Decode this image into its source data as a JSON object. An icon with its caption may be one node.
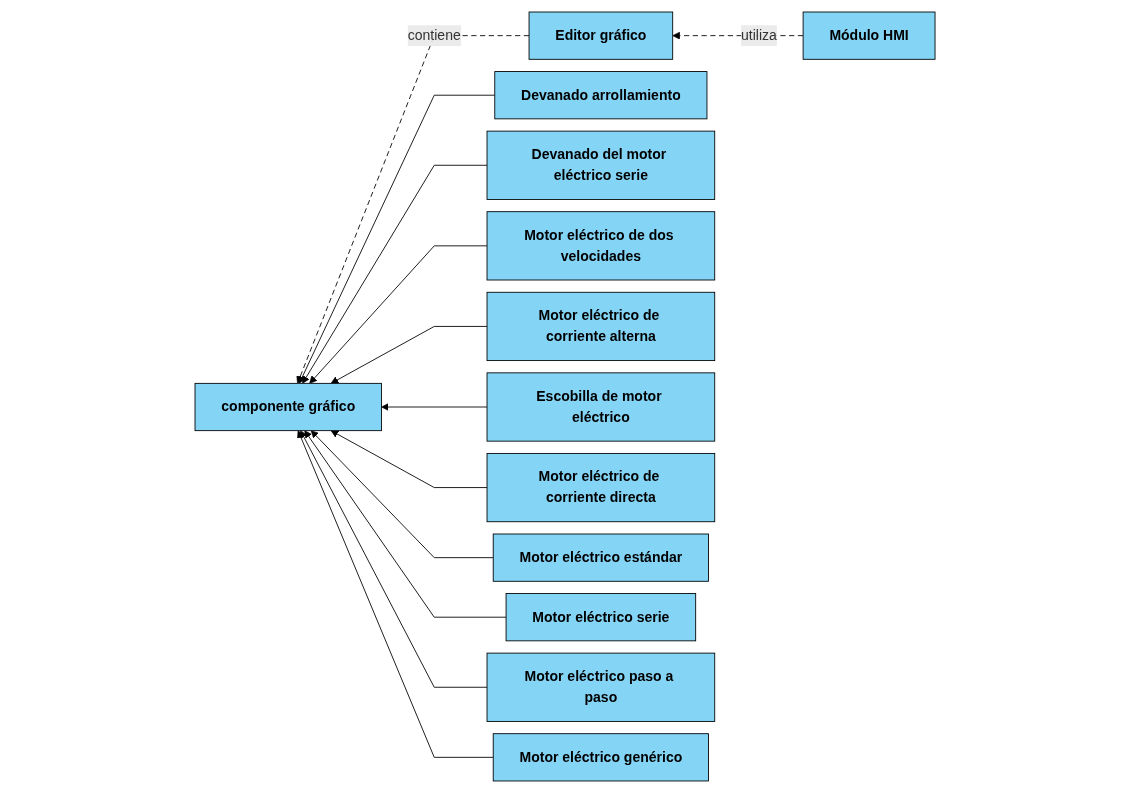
{
  "diagram": {
    "nodes": [
      {
        "text": [
          "Módulo HMI"
        ]
      },
      {
        "text": [
          "Editor gráfico"
        ]
      },
      {
        "text": [
          "componente gráfico"
        ]
      },
      {
        "text": [
          "Devanado arrollamiento"
        ]
      },
      {
        "text": [
          "Devanado del motor eléctrico serie"
        ]
      },
      {
        "text": [
          "Motor eléctrico de dos velocidades"
        ]
      },
      {
        "text": [
          "Motor eléctrico de corriente alterna"
        ]
      },
      {
        "text": [
          "Escobilla de motor eléctrico"
        ]
      },
      {
        "text": [
          "Motor eléctrico de corriente directa"
        ]
      },
      {
        "text": [
          "Motor eléctrico estándar"
        ]
      },
      {
        "text": [
          "Motor eléctrico serie"
        ]
      },
      {
        "text": [
          "Motor eléctrico paso a paso"
        ]
      },
      {
        "text": [
          "Motor eléctrico genérico"
        ]
      }
    ],
    "edges": [
      {
        "from": 0,
        "to": 1,
        "arrow": "to",
        "style": "dashed",
        "label": "utiliza"
      },
      {
        "from": 1,
        "to": 2,
        "arrow": "to",
        "style": "dashed",
        "label": "contiene"
      },
      {
        "from": 3,
        "to": 2,
        "arrow": "to"
      },
      {
        "from": 4,
        "to": 2,
        "arrow": "to"
      },
      {
        "from": 5,
        "to": 2,
        "arrow": "to"
      },
      {
        "from": 6,
        "to": 2,
        "arrow": "to"
      },
      {
        "from": 7,
        "to": 2,
        "arrow": "to"
      },
      {
        "from": 8,
        "to": 2,
        "arrow": "to"
      },
      {
        "from": 9,
        "to": 2,
        "arrow": "to"
      },
      {
        "from": 10,
        "to": 2,
        "arrow": "to"
      },
      {
        "from": 11,
        "to": 2,
        "arrow": "to"
      },
      {
        "from": 12,
        "to": 2,
        "arrow": "to"
      }
    ]
  }
}
